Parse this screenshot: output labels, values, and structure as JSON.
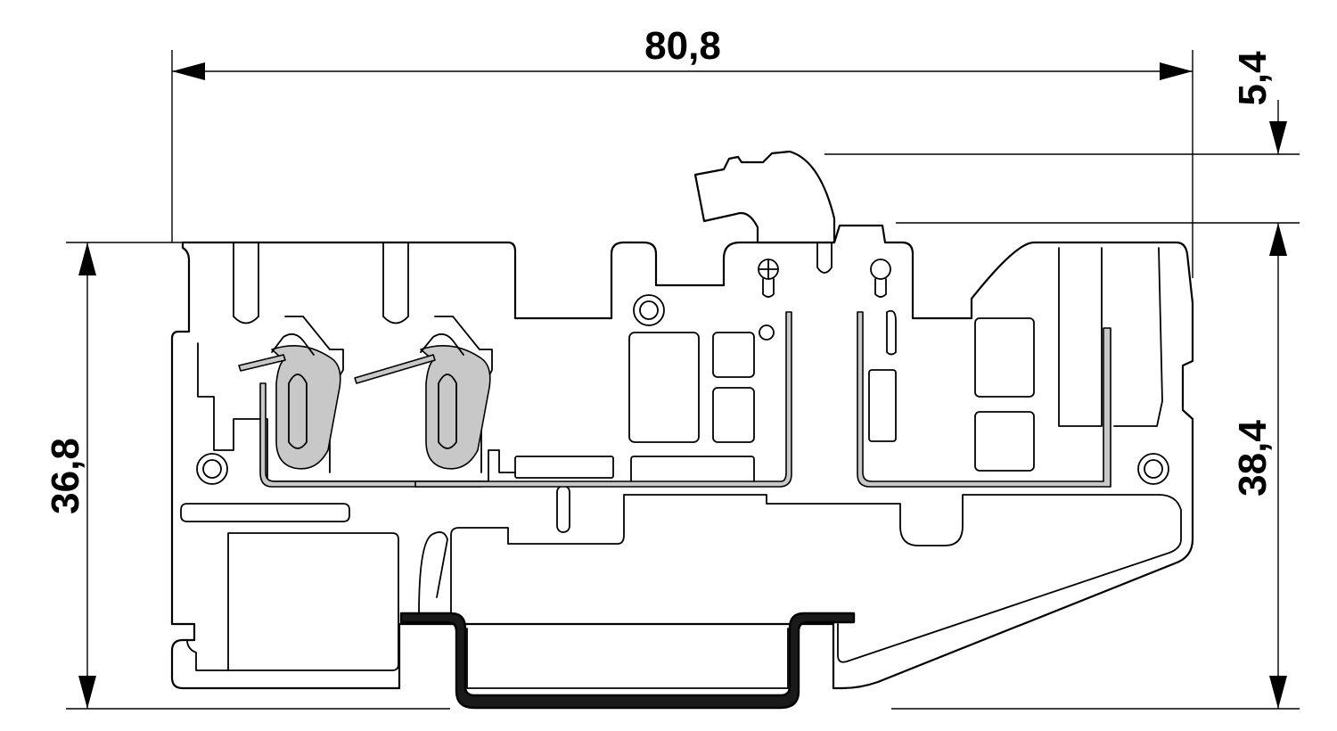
{
  "dimensions": {
    "overall_width": "80,8",
    "top_offset": "5,4",
    "left_height": "36,8",
    "right_height": "38,4"
  },
  "colors": {
    "line": "#000000",
    "conductor": "#c8c8c8",
    "rail": "#1a1a1a",
    "background": "#ffffff"
  }
}
